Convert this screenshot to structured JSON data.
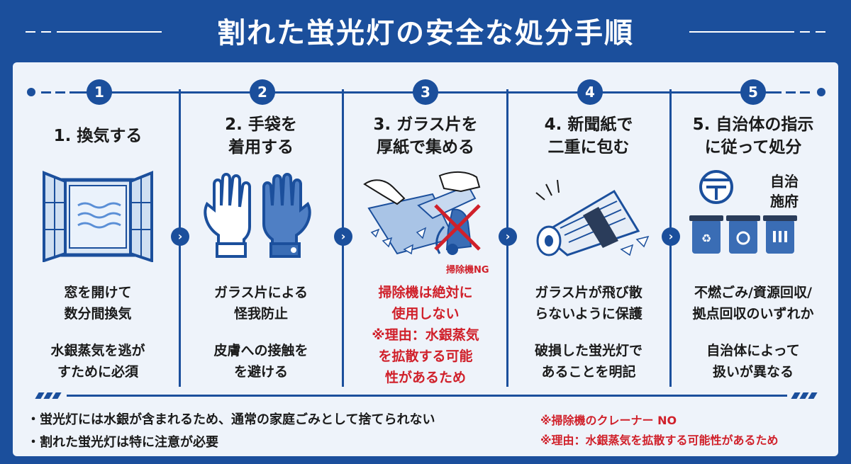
{
  "title": "割れた蛍光灯の安全な処分手順",
  "steps": [
    {
      "number": "1",
      "title": "1. 換気する",
      "desc1": "窓を開けて\n数分間換気",
      "desc2": "水銀蒸気を逃が\nすために必須"
    },
    {
      "number": "2",
      "title": "2. 手袋を\n着用する",
      "desc1": "ガラス片による\n怪我防止",
      "desc2": "皮膚への接触を\nを避ける"
    },
    {
      "number": "3",
      "title": "3. ガラス片を\n厚紙で集める",
      "ng_label": "掃除機NG",
      "desc1": "掃除機は絶対に\n使用しない",
      "desc2": "※理由：水銀蒸気\nを拡散する可能\n性があるため"
    },
    {
      "number": "4",
      "title": "4. 新聞紙で\n二重に包む",
      "desc1": "ガラス片が飛び散\nらないように保護",
      "desc2": "破損した蛍光灯で\nあることを明記"
    },
    {
      "number": "5",
      "title": "5. 自治体の指示\nに従って処分",
      "sign_text": "自治\n施府",
      "desc1": "不燃ごみ/資源回収/\n拠点回収のいずれか",
      "desc2": "自治体によって\n扱いが異なる"
    }
  ],
  "notes": {
    "note1": "・蛍光灯には水銀が含まれるため、通常の家庭ごみとして捨てられない",
    "note2": "・割れた蛍光灯は特に注意が必要",
    "red1": "※掃除機のクレーナー NO",
    "red2": "※理由：水銀蒸気を拡散する可能性があるため"
  },
  "colors": {
    "primary": "#1b4f9c",
    "panel": "#eef3fa",
    "warning": "#d0202a"
  },
  "icons": [
    "window-icon",
    "gloves-icon",
    "glass-collect-icon",
    "vacuum-ng-icon",
    "newspaper-roll-icon",
    "municipal-logo-icon",
    "recycle-bin-icon",
    "chevron-right-icon"
  ]
}
